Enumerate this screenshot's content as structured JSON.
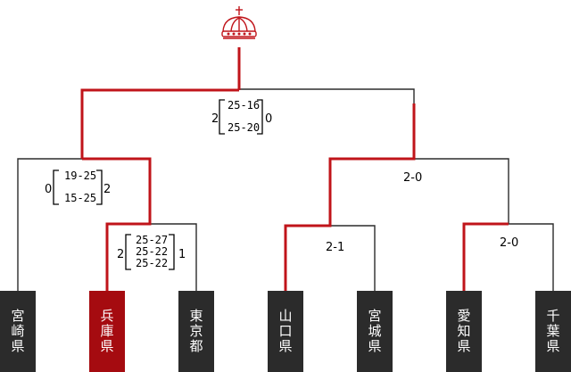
{
  "colors": {
    "winner": "#c0141a",
    "loser": "#2b2b2b",
    "win_box": "#a50b10"
  },
  "icons": {
    "champion": "crown-icon"
  },
  "teams": [
    {
      "id": "miyazaki",
      "chars": [
        "宮",
        "崎",
        "県"
      ],
      "winner": false
    },
    {
      "id": "hyogo",
      "chars": [
        "兵",
        "庫",
        "県"
      ],
      "winner": true
    },
    {
      "id": "tokyo",
      "chars": [
        "東",
        "京",
        "都"
      ],
      "winner": false
    },
    {
      "id": "yamaguchi",
      "chars": [
        "山",
        "口",
        "県"
      ],
      "winner": true
    },
    {
      "id": "miyagi",
      "chars": [
        "宮",
        "城",
        "県"
      ],
      "winner": false
    },
    {
      "id": "aichi",
      "chars": [
        "愛",
        "知",
        "県"
      ],
      "winner": true
    },
    {
      "id": "chiba",
      "chars": [
        "千",
        "葉",
        "県"
      ],
      "winner": false
    }
  ],
  "matches": {
    "hyogo_tokyo": {
      "left": "2",
      "right": "1",
      "sets": [
        "25-27",
        "25-22",
        "25-22"
      ]
    },
    "miyazaki_hyogo": {
      "left": "0",
      "right": "2",
      "sets": [
        "19-25",
        "15-25"
      ]
    },
    "final": {
      "left": "2",
      "right": "0",
      "sets": [
        "25-16",
        "25-20"
      ]
    },
    "yamaguchi_miyagi": {
      "summary": "2-1"
    },
    "aichi_chiba": {
      "summary": "2-0"
    },
    "right_semi": {
      "summary": "2-0"
    }
  }
}
